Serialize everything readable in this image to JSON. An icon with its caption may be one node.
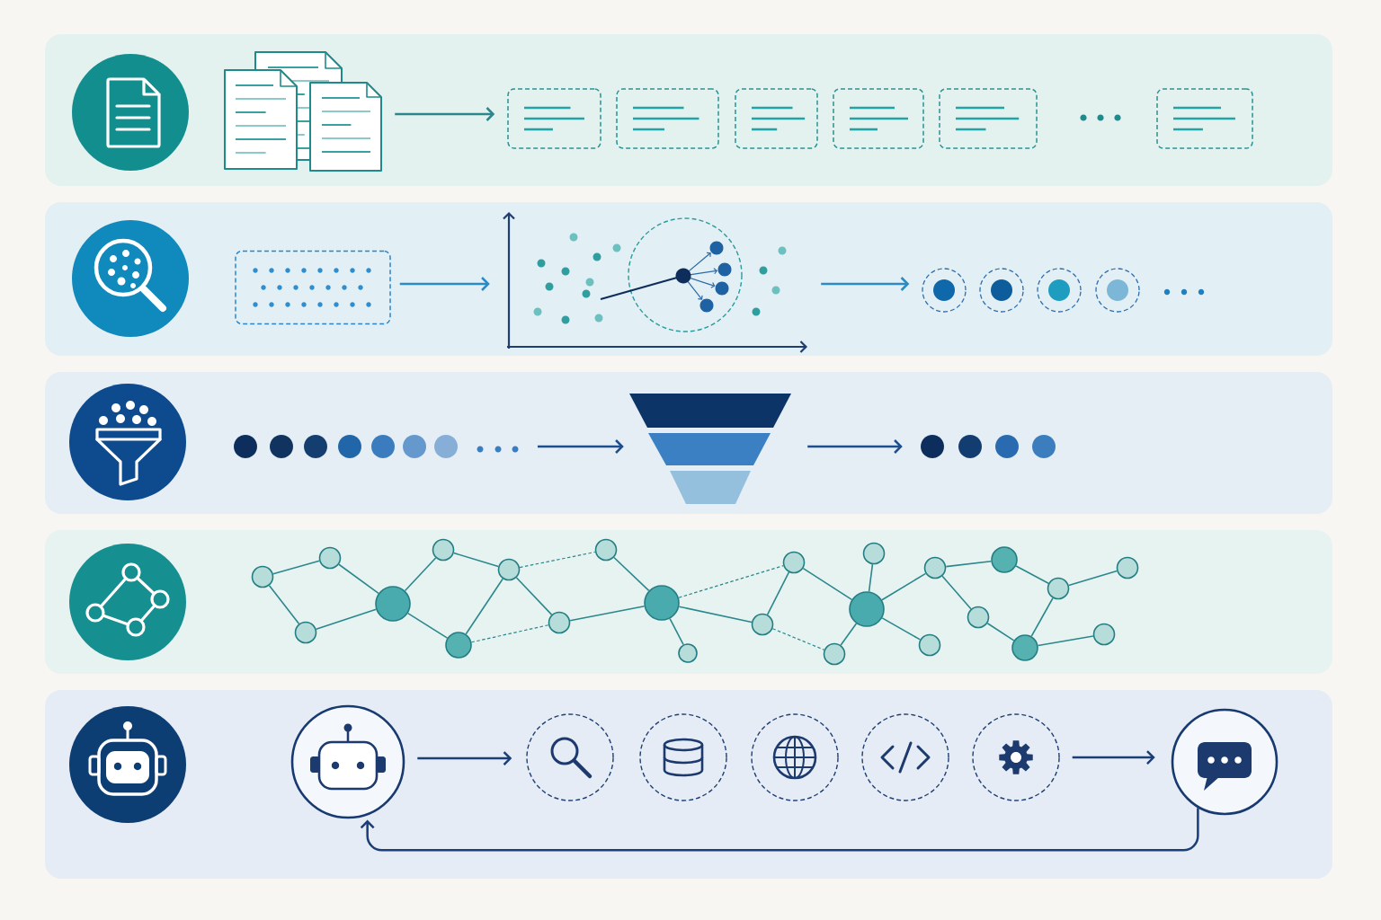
{
  "diagram": {
    "nodes": [
      {
        "text": [],
        "shape": "picture"
      },
      {
        "text": [],
        "shape": "box"
      },
      {
        "text": [],
        "shape": "box"
      },
      {
        "text": [],
        "shape": "box"
      },
      {
        "text": [],
        "shape": "box"
      },
      {
        "text": [],
        "shape": "box"
      },
      {
        "text": [],
        "shape": "box"
      },
      {
        "text": [],
        "shape": "box"
      },
      {
        "text": [],
        "shape": "picture"
      },
      {
        "text": [],
        "shape": "circle"
      },
      {
        "text": [],
        "shape": "circle"
      },
      {
        "text": [],
        "shape": "circle"
      },
      {
        "text": [],
        "shape": "circle"
      },
      {
        "text": [],
        "shape": "circle"
      },
      {
        "text": [],
        "shape": "circle"
      },
      {
        "text": [],
        "shape": "circle"
      },
      {
        "text": [],
        "shape": "circle"
      },
      {
        "text": [],
        "shape": "circle"
      },
      {
        "text": [],
        "shape": "circle"
      },
      {
        "text": [],
        "shape": "circle"
      },
      {
        "text": [],
        "shape": "funnel"
      },
      {
        "text": [],
        "shape": "circle"
      },
      {
        "text": [],
        "shape": "circle"
      },
      {
        "text": [],
        "shape": "circle"
      },
      {
        "text": [],
        "shape": "circle"
      },
      {
        "text": [],
        "shape": "circle"
      },
      {
        "text": [],
        "shape": "circle"
      },
      {
        "text": [],
        "shape": "circle"
      },
      {
        "text": [],
        "shape": "circle"
      },
      {
        "text": [],
        "shape": "circle"
      },
      {
        "text": [],
        "shape": "circle"
      },
      {
        "text": [],
        "shape": "circle"
      },
      {
        "text": [],
        "shape": "circle"
      },
      {
        "text": [],
        "shape": "circle"
      },
      {
        "text": [],
        "shape": "circle"
      },
      {
        "text": [],
        "shape": "circle"
      },
      {
        "text": [],
        "shape": "circle"
      },
      {
        "text": [],
        "shape": "circle"
      },
      {
        "text": [],
        "shape": "circle"
      },
      {
        "text": [],
        "shape": "circle"
      },
      {
        "text": [],
        "shape": "circle"
      },
      {
        "text": [],
        "shape": "circle"
      },
      {
        "text": [],
        "shape": "circle"
      },
      {
        "text": [],
        "shape": "circle"
      },
      {
        "text": [],
        "shape": "circle"
      },
      {
        "text": [],
        "shape": "circle"
      },
      {
        "text": [],
        "shape": "circle"
      },
      {
        "text": [],
        "shape": "circle"
      },
      {
        "text": [],
        "shape": "circle"
      },
      {
        "text": [],
        "shape": "circle"
      },
      {
        "text": [],
        "shape": "circle"
      },
      {
        "text": [],
        "shape": "circle"
      },
      {
        "text": [],
        "shape": "circle"
      },
      {
        "text": [],
        "shape": "circle"
      },
      {
        "text": [],
        "shape": "circle"
      },
      {
        "text": [],
        "shape": "circle"
      }
    ],
    "edges": [
      {
        "from": 0,
        "to": 1,
        "arrow": "to"
      },
      {
        "from": 7,
        "to": 8,
        "arrow": "to",
        "color": "#2a8bc6"
      },
      {
        "from": 8,
        "to": 9,
        "arrow": "to",
        "color": "#2a8bc6"
      },
      {
        "from": null,
        "to": 20,
        "arrow": "to",
        "color": "#1d4f8e"
      },
      {
        "from": 20,
        "to": 21,
        "arrow": "to",
        "color": "#1d4f8e"
      },
      {
        "from": 25,
        "to": 27,
        "arrow": "none"
      },
      {
        "from": 25,
        "to": 26,
        "arrow": "none"
      },
      {
        "from": 27,
        "to": 28,
        "arrow": "none"
      },
      {
        "from": 26,
        "to": 28,
        "arrow": "none"
      },
      {
        "from": 28,
        "to": 29,
        "arrow": "none"
      },
      {
        "from": 28,
        "to": 30,
        "arrow": "none"
      },
      {
        "from": 29,
        "to": 31,
        "arrow": "none"
      },
      {
        "from": 30,
        "to": 31,
        "arrow": "none"
      },
      {
        "from": 31,
        "to": 32,
        "arrow": "none"
      },
      {
        "from": 31,
        "to": 33,
        "arrow": "none",
        "style": "dashed"
      },
      {
        "from": 30,
        "to": 32,
        "arrow": "none",
        "style": "dashed"
      },
      {
        "from": 32,
        "to": 34,
        "arrow": "none"
      },
      {
        "from": 33,
        "to": 34,
        "arrow": "none"
      },
      {
        "from": 34,
        "to": 35,
        "arrow": "none"
      },
      {
        "from": 34,
        "to": 36,
        "arrow": "none"
      },
      {
        "from": 34,
        "to": 37,
        "arrow": "none",
        "style": "dashed"
      },
      {
        "from": 36,
        "to": 37,
        "arrow": "none"
      },
      {
        "from": 36,
        "to": 38,
        "arrow": "none",
        "style": "dashed"
      },
      {
        "from": 37,
        "to": 39,
        "arrow": "none"
      },
      {
        "from": 39,
        "to": 40,
        "arrow": "none"
      },
      {
        "from": 38,
        "to": 39,
        "arrow": "none"
      },
      {
        "from": 39,
        "to": 41,
        "arrow": "none"
      },
      {
        "from": 39,
        "to": 42,
        "arrow": "none"
      },
      {
        "from": 42,
        "to": 44,
        "arrow": "none"
      },
      {
        "from": 42,
        "to": 43,
        "arrow": "none"
      },
      {
        "from": 44,
        "to": 46,
        "arrow": "none"
      },
      {
        "from": 43,
        "to": 45,
        "arrow": "none"
      },
      {
        "from": 45,
        "to": 46,
        "arrow": "none"
      },
      {
        "from": 46,
        "to": 48,
        "arrow": "none"
      },
      {
        "from": 45,
        "to": 47,
        "arrow": "none"
      },
      {
        "from": 49,
        "to": 50,
        "arrow": "to",
        "color": "#1c3e76"
      },
      {
        "from": 54,
        "to": 55,
        "arrow": "to",
        "color": "#1c3e76"
      },
      {
        "from": 55,
        "to": 49,
        "arrow": "to",
        "color": "#1c3e76"
      }
    ]
  }
}
